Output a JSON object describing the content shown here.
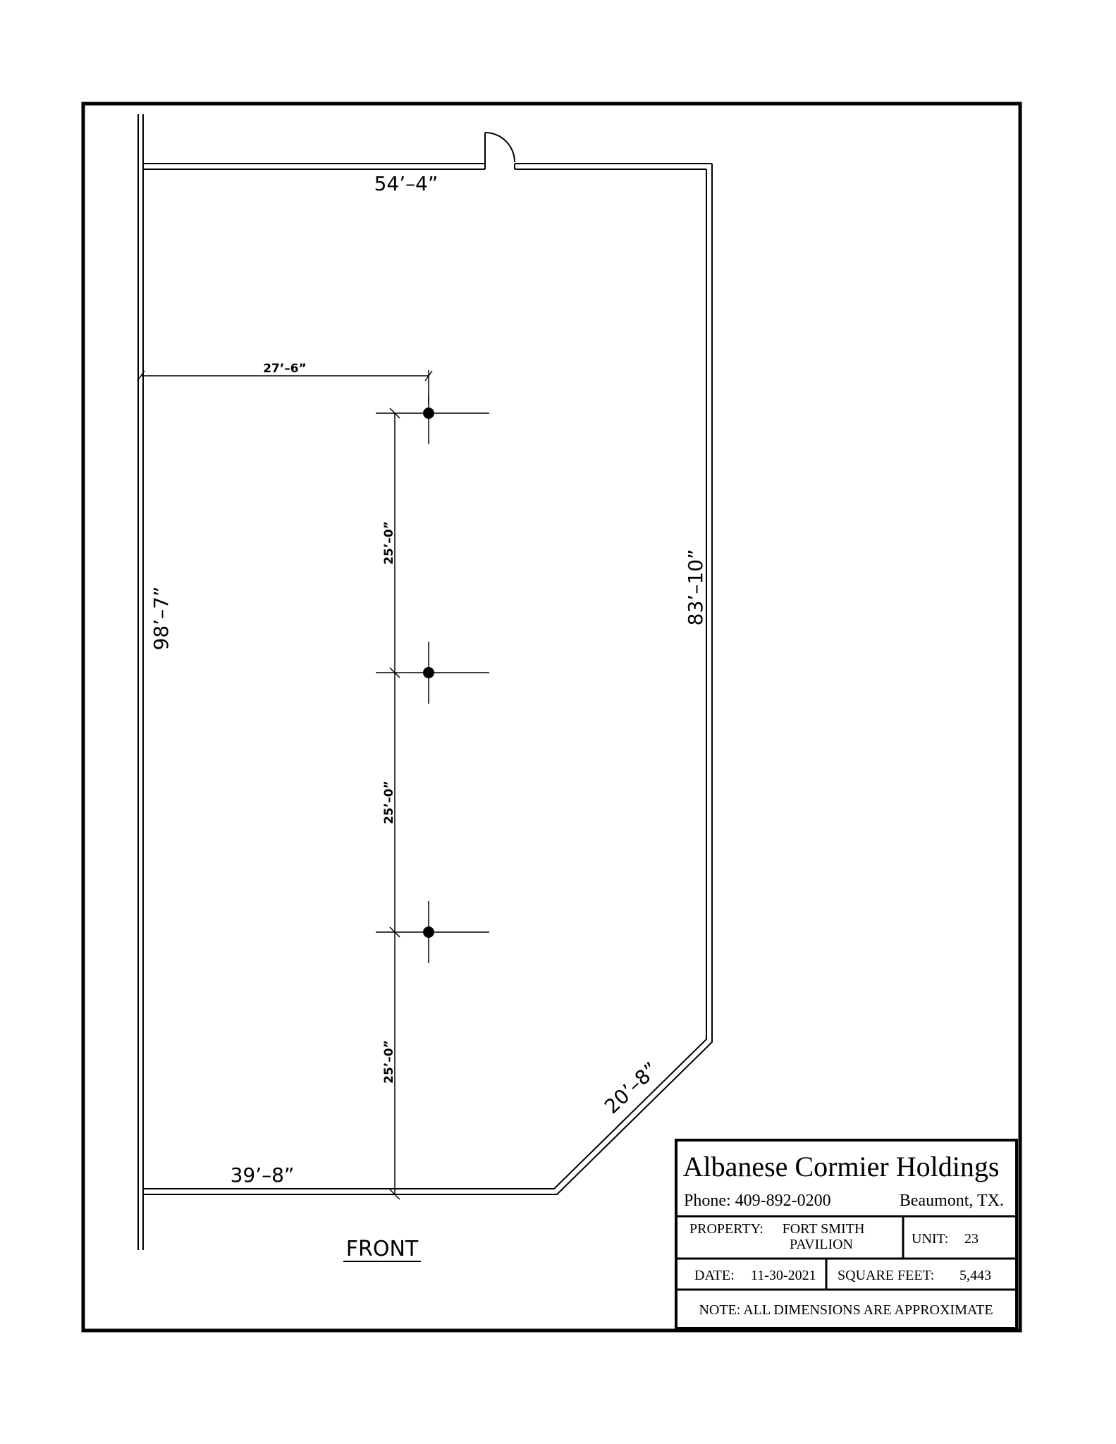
{
  "plan": {
    "dimensions": {
      "rear_wall": "54’–4”",
      "column_offset": "27’–6”",
      "left_wall": "98’–7”",
      "right_wall": "83’–10”",
      "bay_1": "25’–0”",
      "bay_2": "25’–0”",
      "bay_3": "25’–0”",
      "angled_wall": "20’–8”",
      "front_wall": "39’–8”"
    },
    "front_label": "FRONT"
  },
  "title_block": {
    "company": "Albanese Cormier Holdings",
    "phone": "Phone: 409-892-0200",
    "location": "Beaumont, TX.",
    "property_label": "PROPERTY:",
    "property_line1": "FORT SMITH",
    "property_line2": "PAVILION",
    "unit_label": "UNIT:",
    "unit_value": "23",
    "date_label": "DATE:",
    "date_value": "11-30-2021",
    "sqft_label": "SQUARE FEET:",
    "sqft_value": "5,443",
    "note": "NOTE:  ALL DIMENSIONS ARE APPROXIMATE"
  }
}
